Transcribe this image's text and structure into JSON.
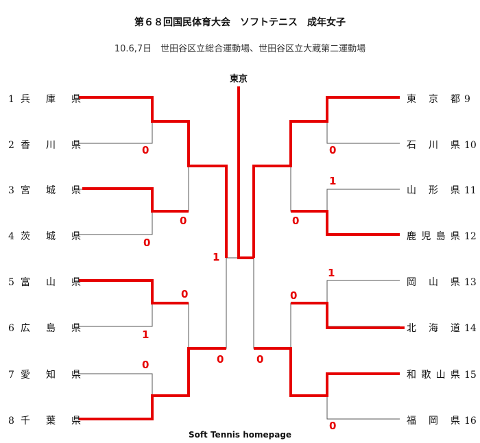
{
  "header": {
    "title": "第６８回国民体育大会　ソフトテニス　成年女子",
    "subtitle": "10.6,7日　世田谷区立総合運動場、世田谷区立大蔵第二運動場",
    "champion": "東京"
  },
  "footer": {
    "text": "Soft Tennis homepage"
  },
  "colors": {
    "winner_path": "#e60000",
    "bracket_line": "#555555",
    "score_text": "#e60000"
  },
  "teams_left": [
    {
      "seed": "1",
      "name": "兵庫県"
    },
    {
      "seed": "2",
      "name": "香川県"
    },
    {
      "seed": "3",
      "name": "宮城県"
    },
    {
      "seed": "4",
      "name": "茨城県"
    },
    {
      "seed": "5",
      "name": "富山県"
    },
    {
      "seed": "6",
      "name": "広島県"
    },
    {
      "seed": "7",
      "name": "愛知県"
    },
    {
      "seed": "8",
      "name": "千葉県"
    }
  ],
  "teams_right": [
    {
      "seed": "9",
      "name": "東京都"
    },
    {
      "seed": "10",
      "name": "石川県"
    },
    {
      "seed": "11",
      "name": "山形県"
    },
    {
      "seed": "12",
      "name": "鹿児島県"
    },
    {
      "seed": "13",
      "name": "岡山県"
    },
    {
      "seed": "14",
      "name": "北海道"
    },
    {
      "seed": "15",
      "name": "和歌山県"
    },
    {
      "seed": "16",
      "name": "福岡県"
    }
  ],
  "scores": {
    "r1_left_1": "0",
    "r1_left_2": "0",
    "r1_left_3": "1",
    "r1_left_4": "0",
    "r2_left_1": "0",
    "r2_left_2": "0",
    "r3_left": "1",
    "r1_right_1": "0",
    "r1_right_2": "1",
    "r1_right_3": "1",
    "r1_right_4": "0",
    "r2_right_1": "0",
    "r2_right_2": "0",
    "r3_right": "0"
  }
}
